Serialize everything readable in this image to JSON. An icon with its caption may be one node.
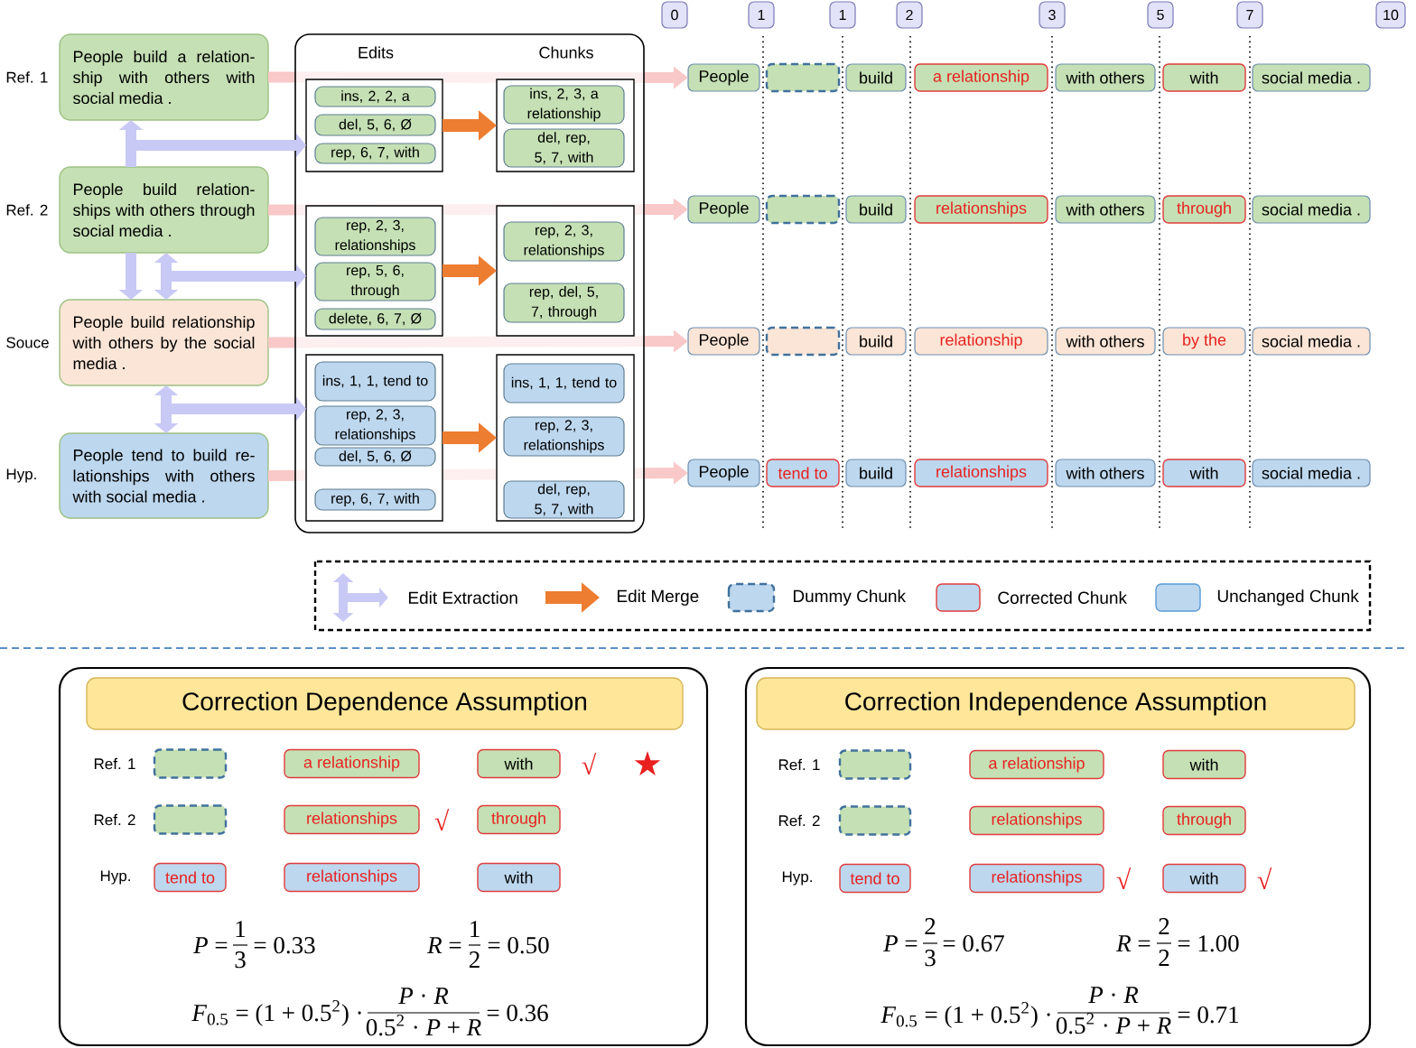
{
  "diagram": {
    "nodes": [
      {
        "text": [
          "People build a relation- ship with others with social media ."
        ],
        "beside": [
          "Ref. 1"
        ]
      },
      {
        "text": [
          "People build relation- ships with others through social media ."
        ],
        "beside": [
          "Ref. 2"
        ]
      },
      {
        "text": [
          "People build relationship with others by the social media ."
        ],
        "beside": [
          "Souce"
        ]
      },
      {
        "text": [
          "People tend to build re- lationships with others with social media ."
        ],
        "beside": [
          "Hyp."
        ]
      },
      {
        "text": [
          "Edits",
          "Chunks"
        ]
      },
      {
        "text": [],
        "shape": "box",
        "in": 4
      },
      {
        "text": [
          "ins, 2, 2, a"
        ],
        "in": 5
      },
      {
        "text": [
          "del, 5, 6, Ø"
        ],
        "in": 5
      },
      {
        "text": [
          "rep, 6, 7, with"
        ],
        "in": 5
      },
      {
        "text": [],
        "shape": "box",
        "in": 4
      },
      {
        "text": [
          "ins, 2, 3, a relationship"
        ],
        "in": 9
      },
      {
        "text": [
          "del, rep, 5, 7, with"
        ],
        "in": 9
      },
      {
        "text": [],
        "shape": "box",
        "in": 4
      },
      {
        "text": [
          "rep, 2, 3, relationships"
        ],
        "in": 12
      },
      {
        "text": [
          "rep, 5, 6, through"
        ],
        "in": 12
      },
      {
        "text": [
          "delete, 6, 7, Ø"
        ],
        "in": 12
      },
      {
        "text": [],
        "shape": "box",
        "in": 4
      },
      {
        "text": [
          "rep, 2, 3, relationships"
        ],
        "in": 16
      },
      {
        "text": [
          "rep, del, 5, 7, through"
        ],
        "in": 16
      },
      {
        "text": [],
        "shape": "box",
        "in": 4
      },
      {
        "text": [
          "ins, 1, 1, tend to"
        ],
        "in": 19
      },
      {
        "text": [
          "rep, 2, 3, relationships"
        ],
        "in": 19
      },
      {
        "text": [
          "del, 5, 6, Ø"
        ],
        "in": 19
      },
      {
        "text": [
          "rep, 6, 7, with"
        ],
        "in": 19
      },
      {
        "text": [],
        "shape": "box",
        "in": 4
      },
      {
        "text": [
          "ins, 1, 1, tend to"
        ],
        "in": 24
      },
      {
        "text": [
          "rep, 2, 3, relationships"
        ],
        "in": 24
      },
      {
        "text": [
          "del, rep, 5, 7, with"
        ],
        "in": 24
      },
      {
        "text": [
          "0"
        ]
      },
      {
        "text": [
          "1"
        ]
      },
      {
        "text": [
          "1"
        ]
      },
      {
        "text": [
          "2"
        ]
      },
      {
        "text": [
          "3"
        ]
      },
      {
        "text": [
          "5"
        ]
      },
      {
        "text": [
          "7"
        ]
      },
      {
        "text": [
          "10"
        ]
      },
      {
        "text": [
          "People"
        ]
      },
      {
        "text": [],
        "shape": "box"
      },
      {
        "text": [
          "build"
        ]
      },
      {
        "text": [
          "a relationship"
        ]
      },
      {
        "text": [
          "with others"
        ]
      },
      {
        "text": [
          "with"
        ]
      },
      {
        "text": [
          "social media ."
        ]
      },
      {
        "text": [
          "People"
        ]
      },
      {
        "text": [],
        "shape": "box"
      },
      {
        "text": [
          "build"
        ]
      },
      {
        "text": [
          "relationships"
        ]
      },
      {
        "text": [
          "with others"
        ]
      },
      {
        "text": [
          "through"
        ]
      },
      {
        "text": [
          "social media ."
        ]
      },
      {
        "text": [
          "People"
        ]
      },
      {
        "text": [],
        "shape": "box"
      },
      {
        "text": [
          "build"
        ]
      },
      {
        "text": [
          "relationship"
        ]
      },
      {
        "text": [
          "with others"
        ]
      },
      {
        "text": [
          "by the"
        ]
      },
      {
        "text": [
          "social media ."
        ]
      },
      {
        "text": [
          "People"
        ]
      },
      {
        "text": [
          "tend to"
        ]
      },
      {
        "text": [
          "build"
        ]
      },
      {
        "text": [
          "relationships"
        ]
      },
      {
        "text": [
          "with others"
        ]
      },
      {
        "text": [
          "with"
        ]
      },
      {
        "text": [
          "social media ."
        ]
      },
      {
        "text": [],
        "shape": "box"
      },
      {
        "text": [
          "Correction Dependence Assumption"
        ],
        "in": 64
      },
      {
        "text": [],
        "shape": "box",
        "in": 64
      },
      {
        "text": [
          "a relationship"
        ],
        "in": 64
      },
      {
        "text": [
          "with"
        ],
        "in": 64
      },
      {
        "text": [],
        "shape": "box",
        "in": 64
      },
      {
        "text": [
          "relationships"
        ],
        "in": 64
      },
      {
        "text": [
          "through"
        ],
        "in": 64
      },
      {
        "text": [
          "tend to"
        ],
        "in": 64
      },
      {
        "text": [
          "relationships"
        ],
        "in": 64
      },
      {
        "text": [
          "with"
        ],
        "in": 64
      },
      {
        "text": [],
        "shape": "box"
      },
      {
        "text": [
          "Correction Independence Assumption"
        ],
        "in": 75
      },
      {
        "text": [],
        "shape": "box",
        "in": 75
      },
      {
        "text": [
          "a relationship"
        ],
        "in": 75
      },
      {
        "text": [
          "with"
        ],
        "in": 75
      },
      {
        "text": [],
        "shape": "box",
        "in": 75
      },
      {
        "text": [
          "relationships"
        ],
        "in": 75
      },
      {
        "text": [
          "through"
        ],
        "in": 75
      },
      {
        "text": [
          "tend to"
        ],
        "in": 75
      },
      {
        "text": [
          "relationships"
        ],
        "in": 75
      },
      {
        "text": [
          "with"
        ],
        "in": 75
      }
    ],
    "edges": [
      {
        "from": 0,
        "to": 36,
        "arrow": "to",
        "color": "#f9c8c8"
      },
      {
        "from": 1,
        "to": 43,
        "arrow": "to",
        "color": "#f9c8c8"
      },
      {
        "from": 2,
        "to": 50,
        "arrow": "to",
        "color": "#f9c8c8"
      },
      {
        "from": 3,
        "to": 57,
        "arrow": "to",
        "color": "#f9c8c8"
      },
      {
        "from": 1,
        "to": 0,
        "arrow": "to"
      },
      {
        "from": null,
        "to": 5,
        "arrow": "to"
      },
      {
        "from": 1,
        "to": 2,
        "arrow": "to"
      },
      {
        "from": 1,
        "to": 2,
        "arrow": "both"
      },
      {
        "from": null,
        "to": 12,
        "arrow": "to"
      },
      {
        "from": 2,
        "to": 3,
        "arrow": "both"
      },
      {
        "from": null,
        "to": 19,
        "arrow": "to"
      },
      {
        "from": 5,
        "to": 9,
        "arrow": "to",
        "color": "#ed7d31"
      },
      {
        "from": 12,
        "to": 16,
        "arrow": "to",
        "color": "#ed7d31"
      },
      {
        "from": 19,
        "to": 24,
        "arrow": "to",
        "color": "#ed7d31"
      }
    ],
    "labels": [
      "Ref. 1",
      "√",
      "Ref. 2",
      "√",
      "Hyp.",
      "*P* =",
      "1",
      "3",
      "= 0.33",
      "*R* =",
      "1",
      "2",
      "= 0.50",
      "*F*$_{0.5}$ = (1 + 0.5$^{2}$) ·",
      "*P* · *R*",
      "0.5$^{2}$ · *P* + *R*",
      "= 0.36",
      "Ref. 1",
      "Ref. 2",
      "Hyp.",
      "√",
      "√",
      "*P* =",
      "2",
      "3",
      "= 0.67",
      "*R* =",
      "2",
      "2",
      "= 1.00",
      "*F*$_{0.5}$ = (1 + 0.5$^{2}$) ·",
      "*P* · *R*",
      "0.5$^{2}$ · *P* + *R*",
      "= 0.71"
    ],
    "legend": [
      {
        "text": "Edit Extraction"
      },
      {
        "text": "Edit Merge"
      },
      {
        "text": "Dummy Chunk"
      },
      {
        "text": "Corrected Chunk"
      },
      {
        "text": "Unchanged Chunk"
      }
    ]
  }
}
